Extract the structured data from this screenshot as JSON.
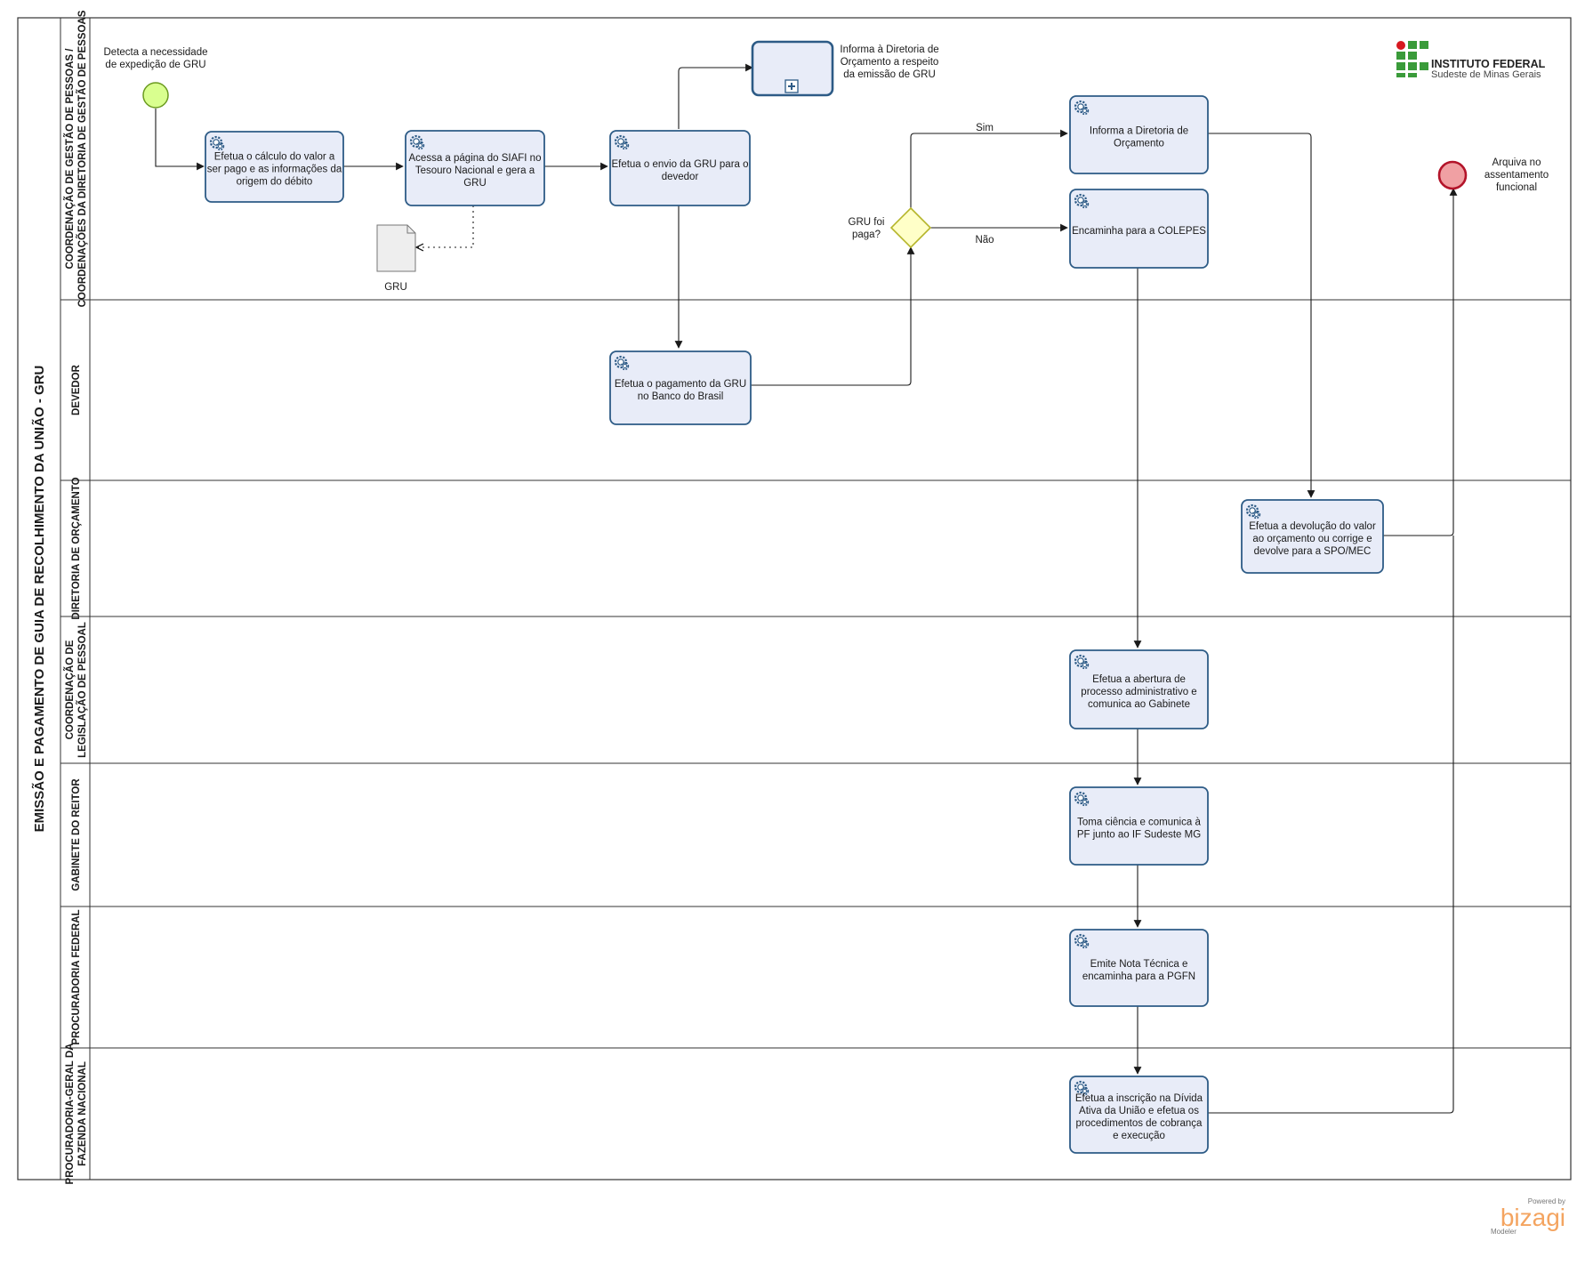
{
  "pool": {
    "title": "EMISSÃO E PAGAMENTO DE GUIA DE RECOLHIMENTO DA UNIÃO - GRU"
  },
  "lanes": [
    {
      "id": "cgp",
      "lines": [
        "COORDENAÇÃO DE GESTÃO DE PESSOAS /",
        "COORDENAÇÕES DA DIRETORIA DE GESTÃO DE PESSOAS"
      ]
    },
    {
      "id": "devedor",
      "lines": [
        "DEVEDOR"
      ]
    },
    {
      "id": "orcamento",
      "lines": [
        "DIRETORIA DE ORÇAMENTO"
      ]
    },
    {
      "id": "legislacao",
      "lines": [
        "COORDENAÇÃO DE",
        "LEGISLAÇÃO DE PESSOAL"
      ]
    },
    {
      "id": "gabinete",
      "lines": [
        "GABINETE DO REITOR"
      ]
    },
    {
      "id": "procuradoria",
      "lines": [
        "PROCURADORIA FEDERAL"
      ]
    },
    {
      "id": "pgfn",
      "lines": [
        "PROCURADORIA-GERAL DA",
        "FAZENDA NACIONAL"
      ]
    }
  ],
  "start_event": {
    "label": [
      "Detecta a necessidade",
      "de expedição de GRU"
    ]
  },
  "end_event": {
    "label": [
      "Arquiva no",
      "assentamento",
      "funcional"
    ]
  },
  "tasks": [
    {
      "id": "t1",
      "lines": [
        "Efetua o cálculo do valor a",
        "ser pago e as informações da",
        "origem do débito"
      ]
    },
    {
      "id": "t2",
      "lines": [
        "Acessa a página do SIAFI no",
        "Tesouro Nacional e gera a",
        "GRU"
      ]
    },
    {
      "id": "t3",
      "lines": [
        "Efetua o envio da GRU para o",
        "devedor"
      ]
    },
    {
      "id": "t4",
      "lines": [
        "Efetua o pagamento da GRU",
        "no Banco do Brasil"
      ]
    },
    {
      "id": "t5",
      "lines": [
        "Informa a Diretoria de",
        "Orçamento"
      ]
    },
    {
      "id": "t6",
      "lines": [
        "Encaminha para a COLEPES"
      ]
    },
    {
      "id": "t7",
      "lines": [
        "Efetua a devolução do valor",
        "ao orçamento ou corrige e",
        "devolve para a SPO/MEC"
      ]
    },
    {
      "id": "t8",
      "lines": [
        "Efetua a abertura de",
        "processo administrativo e",
        "comunica ao Gabinete"
      ]
    },
    {
      "id": "t9",
      "lines": [
        "Toma ciência e comunica à",
        "PF junto ao IF Sudeste MG"
      ]
    },
    {
      "id": "t10",
      "lines": [
        "Emite Nota Técnica e",
        "encaminha para a PGFN"
      ]
    },
    {
      "id": "t11",
      "lines": [
        "Efetua a inscrição na Dívida",
        "Ativa da União e efetua os",
        "procedimentos de cobrança",
        "e execução"
      ]
    }
  ],
  "subprocess": {
    "label": [
      "Informa à Diretoria de",
      "Orçamento a respeito",
      "da emissão de GRU"
    ]
  },
  "gateway": {
    "label": [
      "GRU foi",
      "paga?"
    ]
  },
  "flow_labels": {
    "yes": "Sim",
    "no": "Não"
  },
  "data_object": {
    "label": "GRU"
  },
  "logo": {
    "line1": "INSTITUTO FEDERAL",
    "line2": "Sudeste de Minas Gerais"
  },
  "footer": {
    "powered": "Powered by",
    "brand": "bizagi",
    "product": "Modeler"
  },
  "colors": {
    "task_fill": "#e8ecf8",
    "task_stroke": "#2d5b86",
    "start_fill": "#d9ff8f",
    "start_stroke": "#6a9a1f",
    "end_fill": "#f0a0a3",
    "end_stroke": "#b3142a",
    "gateway_fill": "#ffffc8",
    "gateway_stroke": "#b5b52a",
    "logo_green": "#3a9b3a",
    "logo_red": "#d71920",
    "bizagi_orange": "#f4a460"
  }
}
